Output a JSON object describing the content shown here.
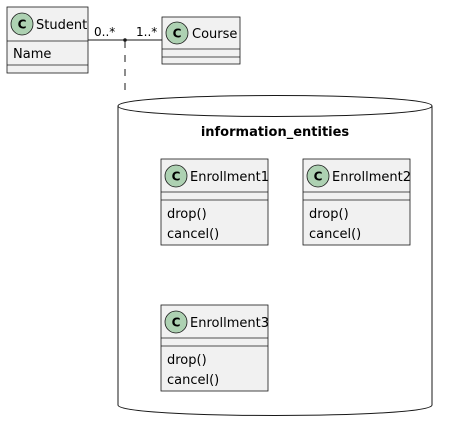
{
  "diagram": {
    "classes": {
      "student": {
        "stereotype_letter": "C",
        "name": "Student",
        "attributes": [
          "Name"
        ],
        "methods": []
      },
      "course": {
        "stereotype_letter": "C",
        "name": "Course",
        "attributes": [],
        "methods": []
      },
      "enrollment1": {
        "stereotype_letter": "C",
        "name": "Enrollment1",
        "attributes": [],
        "methods": [
          "drop()",
          "cancel()"
        ]
      },
      "enrollment2": {
        "stereotype_letter": "C",
        "name": "Enrollment2",
        "attributes": [],
        "methods": [
          "drop()",
          "cancel()"
        ]
      },
      "enrollment3": {
        "stereotype_letter": "C",
        "name": "Enrollment3",
        "attributes": [],
        "methods": [
          "drop()",
          "cancel()"
        ]
      }
    },
    "association": {
      "from": "Student",
      "to": "Course",
      "from_multiplicity": "0..*",
      "to_multiplicity": "1..*"
    },
    "database": {
      "title": "information_entities"
    },
    "colors": {
      "class_fill": "#F1F1F1",
      "class_border": "#181818",
      "circle_fill": "#ADD1B2",
      "line": "#181818"
    }
  }
}
